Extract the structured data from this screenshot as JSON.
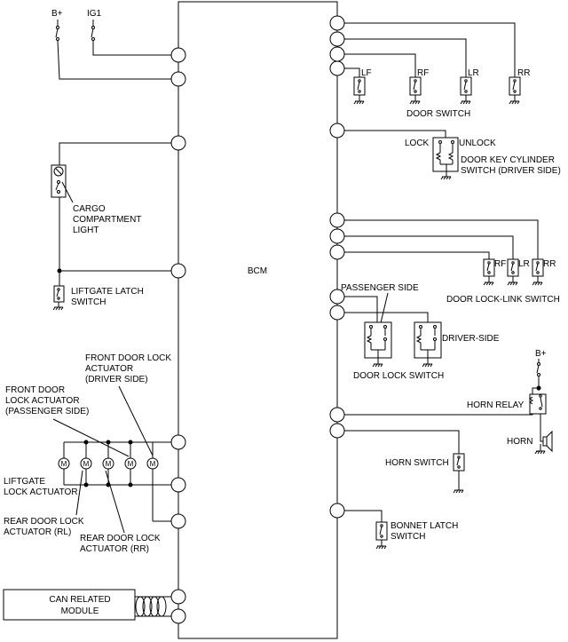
{
  "labels": {
    "bcm": "BCM",
    "b_plus_top": "B+",
    "ig1": "IG1",
    "door_switch": "DOOR SWITCH",
    "lf": "LF",
    "rf": "RF",
    "lr": "LR",
    "rr": "RR",
    "lock": "LOCK",
    "unlock": "UNLOCK",
    "key_cyl_1": "DOOR KEY CYLINDER",
    "key_cyl_2": "SWITCH (DRIVER SIDE)",
    "cargo_1": "CARGO",
    "cargo_2": "COMPARTMENT",
    "cargo_3": "LIGHT",
    "liftgate_sw_1": "LIFTGATE LATCH",
    "liftgate_sw_2": "SWITCH",
    "dll_rf": "RF",
    "dll_lr": "LR",
    "dll_rr": "RR",
    "dll_title": "DOOR LOCK-LINK SWITCH",
    "passenger_side": "PASSENGER SIDE",
    "driver_side": "DRIVER-SIDE",
    "door_lock_switch": "DOOR LOCK SWITCH",
    "b_plus_horn": "B+",
    "horn_relay": "HORN RELAY",
    "horn": "HORN",
    "horn_switch": "HORN SWITCH",
    "bonnet_1": "BONNET LATCH",
    "bonnet_2": "SWITCH",
    "fdla_drv_1": "FRONT DOOR LOCK",
    "fdla_drv_2": "ACTUATOR",
    "fdla_drv_3": "(DRIVER SIDE)",
    "fdla_pas_1": "FRONT DOOR",
    "fdla_pas_2": "LOCK ACTUATOR",
    "fdla_pas_3": "(PASSENGER SIDE)",
    "liftgate_act_1": "LIFTGATE",
    "liftgate_act_2": "LOCK ACTUATOR",
    "rdla_rl_1": "REAR DOOR LOCK",
    "rdla_rl_2": "ACTUATOR (RL)",
    "rdla_rr_1": "REAR DOOR LOCK",
    "rdla_rr_2": "ACTUATOR (RR)",
    "can_1": "CAN RELATED",
    "can_2": "MODULE",
    "motor": "M"
  }
}
